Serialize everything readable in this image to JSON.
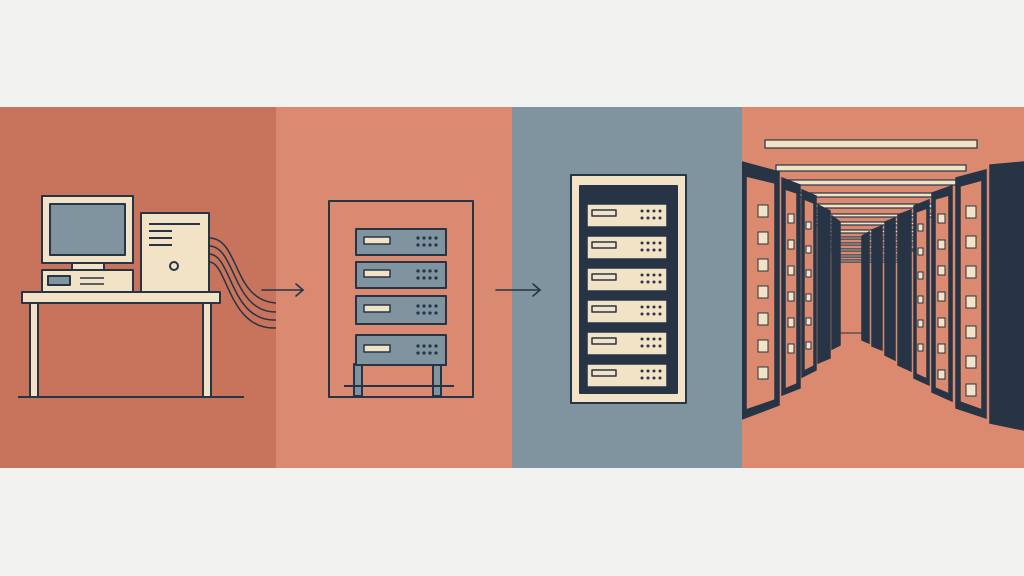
{
  "stages": [
    {
      "id": "desktop-computer",
      "bg": "#c8735c"
    },
    {
      "id": "server-rack-small",
      "bg": "#d98a70"
    },
    {
      "id": "server-cabinet",
      "bg": "#7f949f"
    },
    {
      "id": "data-center",
      "bg": "#db8a70"
    }
  ],
  "arrows": [
    {
      "from": "desktop-computer",
      "to": "server-rack-small",
      "icon": "arrow-right-icon"
    },
    {
      "from": "server-rack-small",
      "to": "server-cabinet",
      "icon": "arrow-right-icon"
    }
  ],
  "colors": {
    "background": "#f2f2f1",
    "outline": "#263446",
    "cream": "#f3e3c6",
    "slate": "#7f949f",
    "navy": "#263446",
    "terracotta": "#c8735c"
  }
}
